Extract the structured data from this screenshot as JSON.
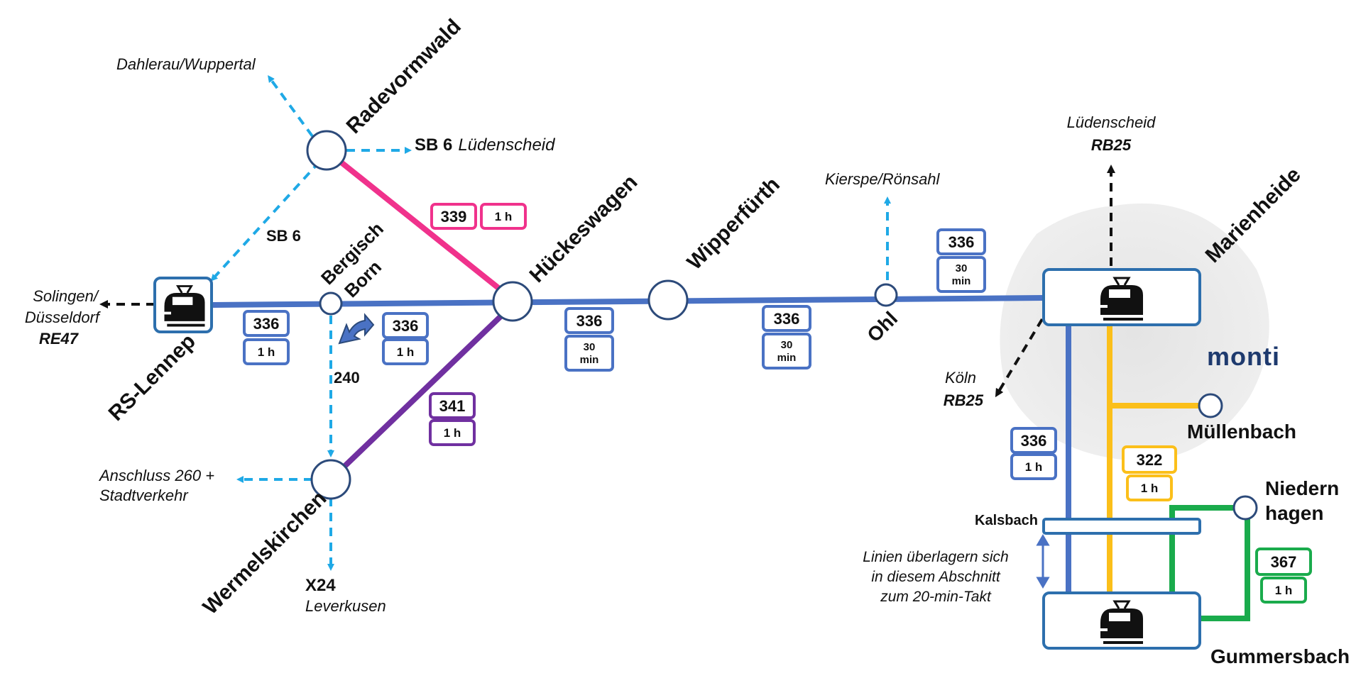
{
  "stations": {
    "radevormwald": "Radevormwald",
    "bergisch_born_1": "Bergisch",
    "bergisch_born_2": "Born",
    "hueckeswagen": "Hückeswagen",
    "wipperfuerth": "Wipperfürth",
    "ohl": "Ohl",
    "rs_lennep": "RS-Lennep",
    "wermelskirchen": "Wermelskirchen",
    "marienheide": "Marienheide",
    "muellenbach": "Müllenbach",
    "niedernhagen_1": "Niedern",
    "niedernhagen_2": "hagen",
    "gummersbach": "Gummersbach",
    "kalsbach": "Kalsbach"
  },
  "connections": {
    "dahlerau": "Dahlerau/Wuppertal",
    "sb6_line": "SB 6",
    "sb6_dest": "Lüdenscheid",
    "sb6_mid": "SB 6",
    "solingen_1": "Solingen/",
    "solingen_2": "Düsseldorf",
    "solingen_rail": "RE47",
    "line240": "240",
    "anschluss_1": "Anschluss 260 +",
    "anschluss_2": "Stadtverkehr",
    "x24_line": "X24",
    "x24_dest": "Leverkusen",
    "kierspe": "Kierspe/Rönsahl",
    "luedenscheid": "Lüdenscheid",
    "luedenscheid_rail": "RB25",
    "koeln": "Köln",
    "koeln_rail": "RB25"
  },
  "badges": {
    "b339_line": "339",
    "b339_freq": "1 h",
    "b336a_line": "336",
    "b336a_freq": "1 h",
    "b336b_line": "336",
    "b336b_freq": "1 h",
    "b341_line": "341",
    "b341_freq": "1 h",
    "b336c_line": "336",
    "b336c_freq_1": "30",
    "b336c_freq_2": "min",
    "b336d_line": "336",
    "b336d_freq_1": "30",
    "b336d_freq_2": "min",
    "b336e_line": "336",
    "b336e_freq_1": "30",
    "b336e_freq_2": "min",
    "b336f_line": "336",
    "b336f_freq": "1 h",
    "b322_line": "322",
    "b322_freq": "1 h",
    "b367_line": "367",
    "b367_freq": "1 h"
  },
  "note": {
    "line1": "Linien überlagern sich",
    "line2": "in diesem Abschnitt",
    "line3": "zum 20-min-Takt"
  },
  "logo": {
    "part1": "monti"
  },
  "colors": {
    "line336": "#4a72c4",
    "line339": "#f0328c",
    "line341": "#7030a0",
    "line322": "#fbbf1a",
    "line367": "#1aab4c",
    "connection": "#1fa9e6",
    "rail": "#111111"
  },
  "icons": {
    "train": "train-icon",
    "turn": "turn-arrow-icon"
  }
}
